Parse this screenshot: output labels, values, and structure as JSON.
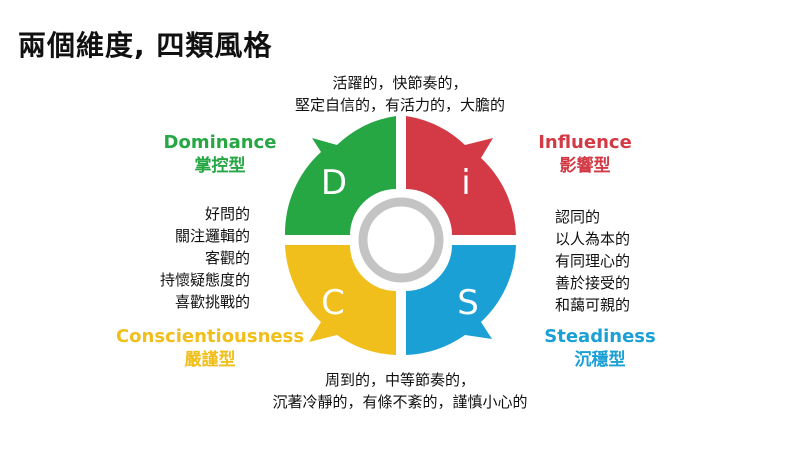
{
  "title": "兩個維度, 四類風格",
  "top_text": [
    "活躍的，快節奏的，",
    "堅定自信的，有活力的，大膽的"
  ],
  "bottom_text": [
    "周到的，中等節奏的，",
    "沉著冷靜的，有條不紊的，謹慎小心的"
  ],
  "left_text": [
    "好問的",
    "關注邏輯的",
    "客觀的",
    "持懷疑態度的",
    "喜歡挑戰的"
  ],
  "right_text": [
    "認同的",
    "以人為本的",
    "有同理心的",
    "善於接受的",
    "和藹可親的"
  ],
  "quadrants": {
    "d": {
      "letter": "D",
      "name_en": "Dominance",
      "name_zh": "掌控型",
      "color": "#27a644"
    },
    "i": {
      "letter": "i",
      "name_en": "Influence",
      "name_zh": "影響型",
      "color": "#d33a45"
    },
    "c": {
      "letter": "C",
      "name_en": "Conscientiousness",
      "name_zh": "嚴謹型",
      "color": "#f0bf1b"
    },
    "s": {
      "letter": "S",
      "name_en": "Steadiness",
      "name_zh": "沉穩型",
      "color": "#1ba0d6"
    }
  },
  "inner_ring_color": "#c4c4c4"
}
